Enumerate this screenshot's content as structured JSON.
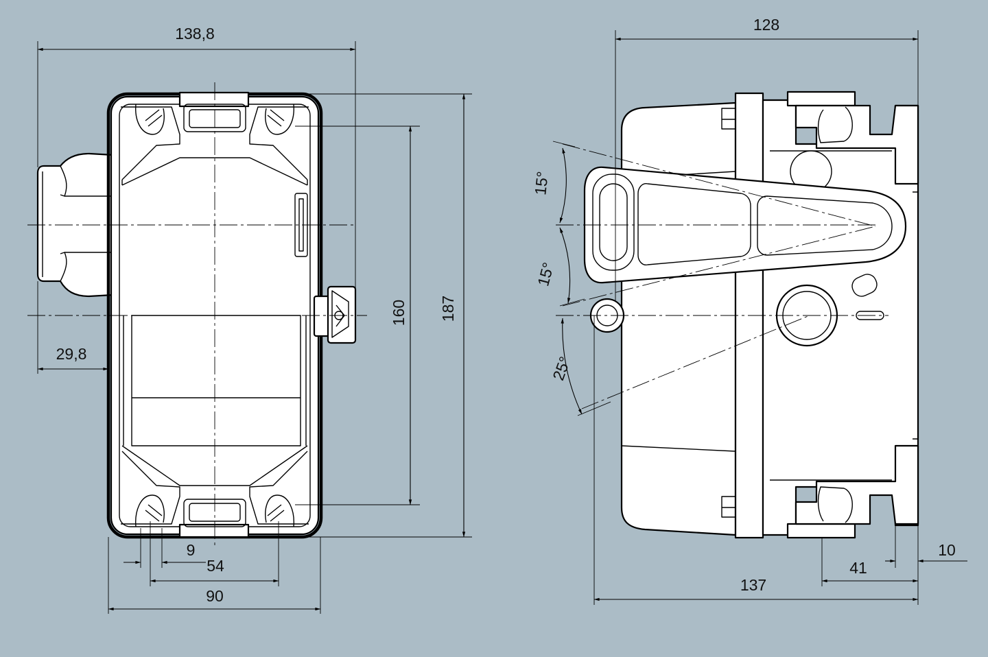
{
  "colors": {
    "background": "#abbcc6",
    "part_fill": "#ffffff",
    "line": "#000000"
  },
  "front_view": {
    "dimensions": {
      "width_total": "138,8",
      "housing_width": "90",
      "hole_spacing_horizontal": "54",
      "offset_small": "9",
      "gland_offset": "29,8",
      "hole_spacing_vertical": "160",
      "height_total": "187"
    }
  },
  "side_view": {
    "dimensions": {
      "width_top": "128",
      "depth_total": "137",
      "flange_depth": "41",
      "flange_lip": "10"
    },
    "angles": {
      "handle_up": "15°",
      "handle_down": "15°",
      "lock_angle": "25°"
    }
  }
}
